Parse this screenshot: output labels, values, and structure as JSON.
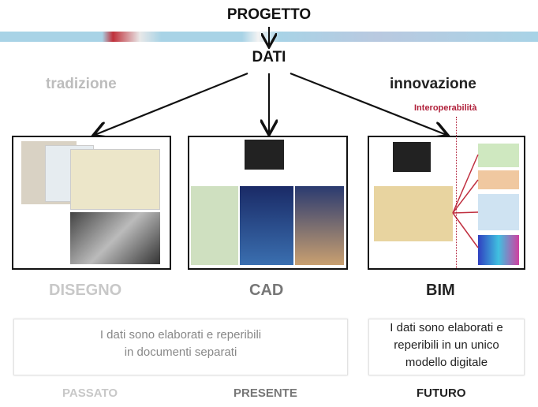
{
  "header": {
    "title": "PROGETTO",
    "subtitle": "DATI"
  },
  "labels": {
    "tradition": "tradizione",
    "innovation": "innovazione",
    "interoperability": "Interoperabilità"
  },
  "columns": [
    {
      "name": "DISEGNO",
      "era": "PASSATO"
    },
    {
      "name": "CAD",
      "era": "PRESENTE"
    },
    {
      "name": "BIM",
      "era": "FUTURO"
    }
  ],
  "descriptions": {
    "separate": [
      "I dati sono elaborati e reperibili",
      "in documenti separati"
    ],
    "unique": [
      "I dati sono elaborati e",
      "reperibili in un unico",
      "modello digitale"
    ]
  },
  "colors": {
    "accent_red": "#b0203a",
    "band_blue": "#a8d3e6"
  }
}
